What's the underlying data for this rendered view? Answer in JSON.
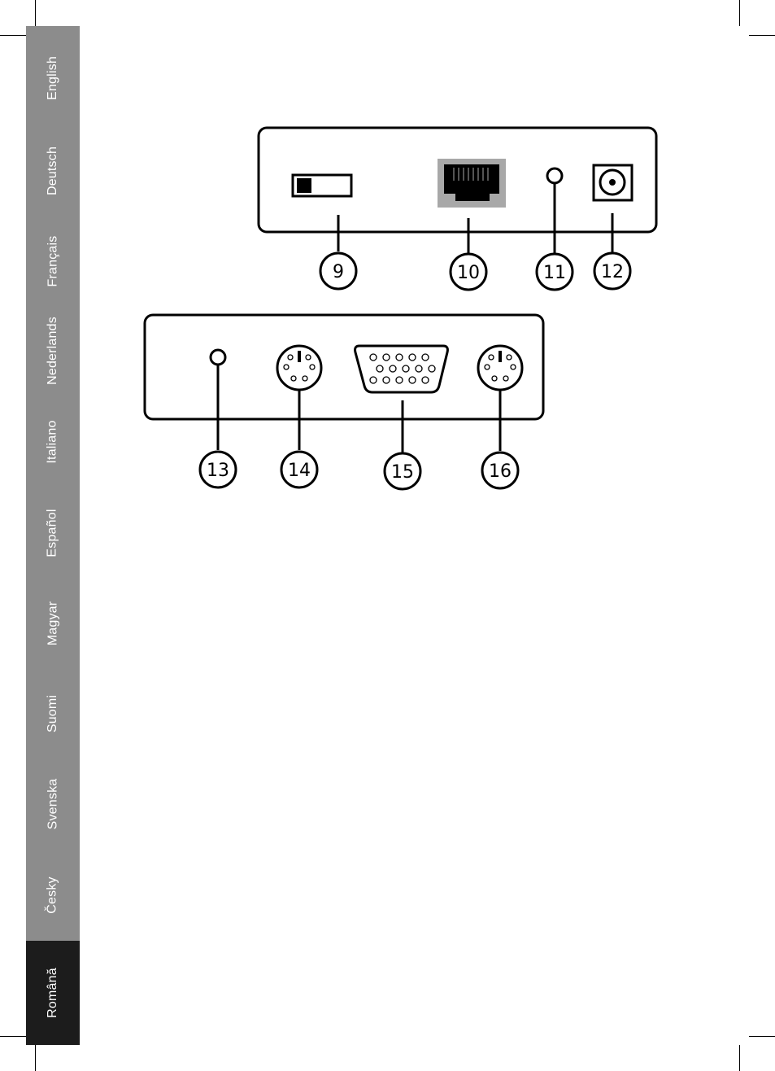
{
  "languages": [
    {
      "label": "English",
      "active": false
    },
    {
      "label": "Deutsch",
      "active": false
    },
    {
      "label": "Français",
      "active": false
    },
    {
      "label": "Nederlands",
      "active": false
    },
    {
      "label": "Italiano",
      "active": false
    },
    {
      "label": "Español",
      "active": false
    },
    {
      "label": "Magyar",
      "active": false
    },
    {
      "label": "Suomi",
      "active": false
    },
    {
      "label": "Svenska",
      "active": false
    },
    {
      "label": "Česky",
      "active": false
    },
    {
      "label": "Română",
      "active": true
    }
  ],
  "callouts": {
    "c9": "9",
    "c10": "10",
    "c11": "11",
    "c12": "12",
    "c13": "13",
    "c14": "14",
    "c15": "15",
    "c16": "16"
  },
  "colors": {
    "sidebar": "#8c8c8c",
    "sidebar_active": "#1c1c1c",
    "lang_text": "#ffffff"
  }
}
